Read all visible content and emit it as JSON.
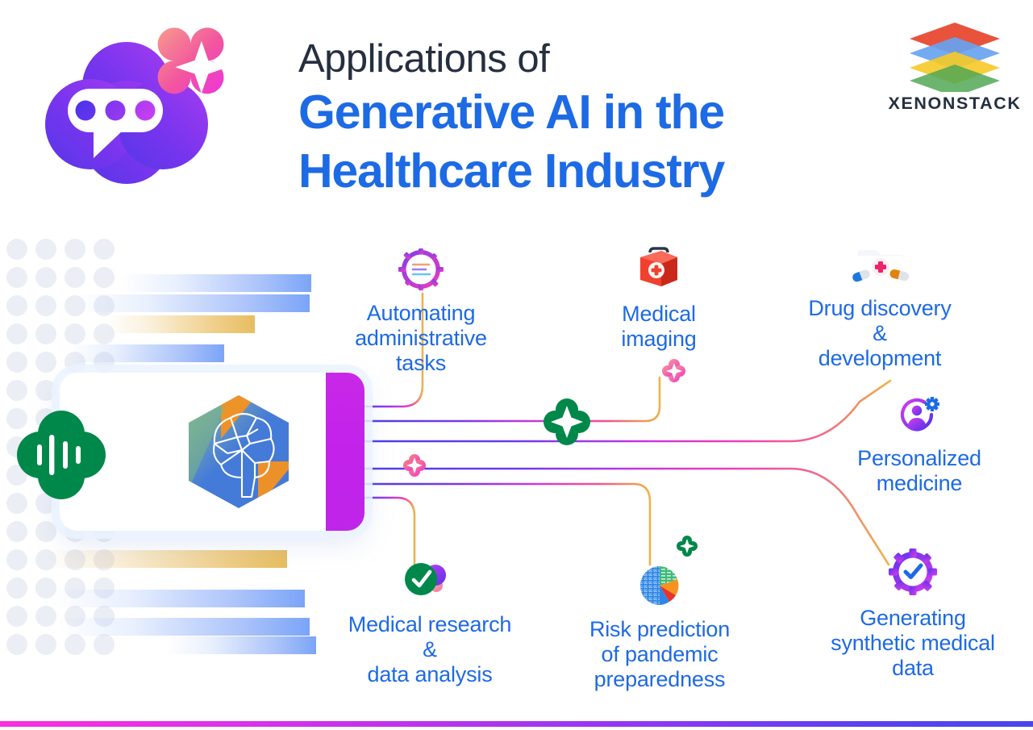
{
  "header": {
    "title_line1": "Applications of",
    "title_line2a": "Generative AI in the",
    "title_line2b": "Healthcare Industry",
    "title_color_primary": "#252f3f",
    "title_color_accent": "#1d6ae5"
  },
  "brand": {
    "name": "XENONSTACK",
    "logo_icon": "stacked-layers-icon",
    "layer_colors": [
      "#e8452c",
      "#5b9bf0",
      "#f5c518",
      "#43a047"
    ]
  },
  "mascot": {
    "icon": "chatbot-clover-icon",
    "sparkle_icon": "sparkle-icon",
    "gradient_from": "#6b3ce8",
    "gradient_to": "#a83bf0",
    "sparkle_from": "#f78a84",
    "sparkle_to": "#ef3bd8"
  },
  "center": {
    "card_icon": "brain-network-hexagon-icon",
    "edge_color": "#c228e8",
    "waveform_icon": "green-clover-waveform-icon",
    "waveform_color": "#00884a",
    "hex_colors": [
      "#f59220",
      "#3b74d6",
      "#7cb87e"
    ]
  },
  "nodes": [
    {
      "id": "automating-administrative-tasks",
      "label": "Automating\nadministrative\ntasks",
      "icon": "gear-document-icon",
      "icon_from": "#8a3df0",
      "icon_to": "#f53bb8"
    },
    {
      "id": "medical-imaging",
      "label": "Medical\nimaging",
      "icon": "medical-bag-icon",
      "icon_from": "#f0402e",
      "icon_to": "#c32418"
    },
    {
      "id": "drug-discovery-and-development",
      "label": "Drug discovery\n&\ndevelopment",
      "icon": "medical-folder-pills-icon",
      "icon_from": "#ffffff",
      "icon_to": "#ee2266"
    },
    {
      "id": "personalized-medicine",
      "label": "Personalized\nmedicine",
      "icon": "person-gear-icon",
      "icon_from": "#d93bf0",
      "icon_to": "#5b34e8"
    },
    {
      "id": "medical-research-and-data-analysis",
      "label": "Medical research\n&\ndata analysis",
      "icon": "check-circle-bubbles-icon",
      "icon_from": "#00884a",
      "icon_to": "#a03cf0"
    },
    {
      "id": "risk-prediction-of-pandemic-preparedness",
      "label": "Risk prediction\nof pandemic\npreparedness",
      "icon": "pie-chart-icon",
      "icon_from": "#1f78e0",
      "icon_to": "#e8412e"
    },
    {
      "id": "generating-synthetic-medical-data",
      "label": "Generating\nsynthetic medical\ndata",
      "icon": "gear-check-icon",
      "icon_from": "#6b3ce8",
      "icon_to": "#d93bf0"
    }
  ],
  "accents": {
    "green_clover_large": "green-clover-star-icon",
    "green_clover_small": "green-clover-star-icon",
    "pink_sparkle_small": "pink-sparkle-icon",
    "green_color": "#00884a",
    "pink_color": "#f45bb5"
  },
  "decor": {
    "dot_color": "#eceef5",
    "bar_blue": "#7ba4f7",
    "bar_amber": "#e7bd5f",
    "bottom_strip_from": "#f930dd",
    "bottom_strip_to": "#4a46ec"
  },
  "links": {
    "line_gradient_stops": [
      "#4a3ee8",
      "#8b36ef",
      "#ea3bd0",
      "#f06a86",
      "#edb44a"
    ],
    "count": 7
  }
}
